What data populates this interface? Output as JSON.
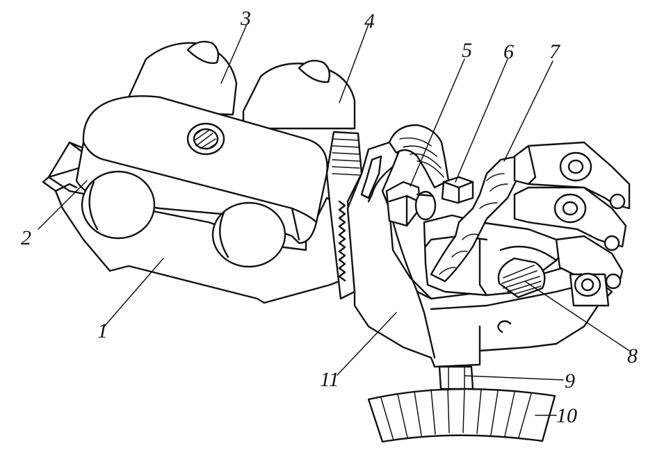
{
  "figure": {
    "labels": [
      {
        "id": "1",
        "text": "1"
      },
      {
        "id": "2",
        "text": "2"
      },
      {
        "id": "3",
        "text": "3"
      },
      {
        "id": "4",
        "text": "4"
      },
      {
        "id": "5",
        "text": "5"
      },
      {
        "id": "6",
        "text": "6"
      },
      {
        "id": "7",
        "text": "7"
      },
      {
        "id": "8",
        "text": "8"
      },
      {
        "id": "9",
        "text": "9"
      },
      {
        "id": "10",
        "text": "10"
      },
      {
        "id": "11",
        "text": "11"
      }
    ]
  }
}
